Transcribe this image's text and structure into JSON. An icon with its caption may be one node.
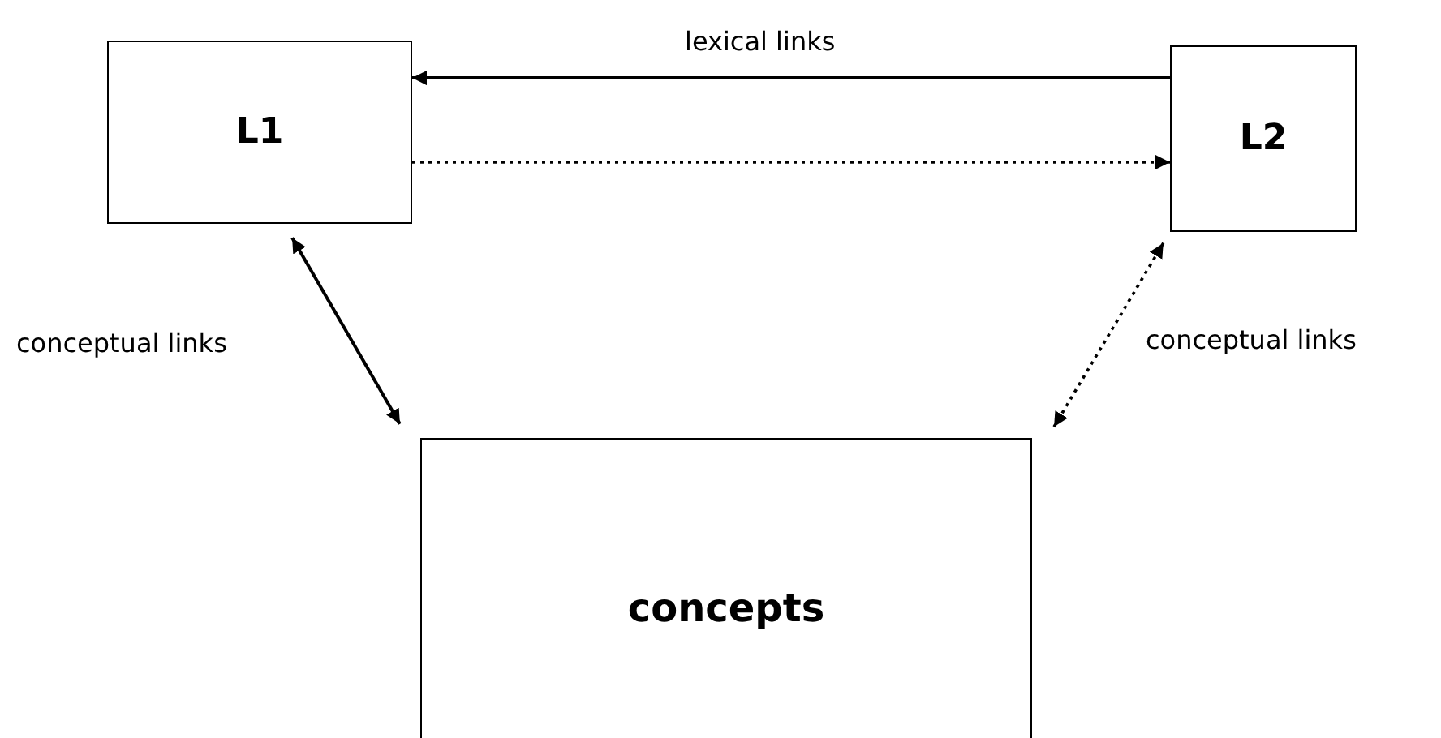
{
  "diagram": {
    "nodes": [
      {
        "text": [
          "L1"
        ]
      },
      {
        "text": [
          "L2"
        ]
      },
      {
        "text": [
          "concepts"
        ]
      }
    ],
    "edges": [
      {
        "from": 1,
        "to": 0,
        "arrow": "to",
        "label": "lexical links"
      },
      {
        "from": 0,
        "to": 1,
        "arrow": "to",
        "style": "dashed"
      },
      {
        "from": 0,
        "to": 2,
        "arrow": "both",
        "label": "conceptual links"
      },
      {
        "from": 1,
        "to": 2,
        "arrow": "both",
        "style": "dashed",
        "label": "conceptual links"
      }
    ]
  }
}
